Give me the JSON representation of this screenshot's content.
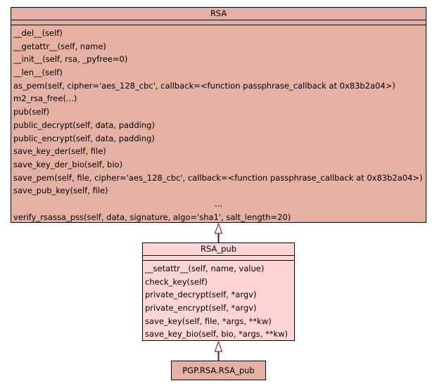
{
  "classes": {
    "rsa": {
      "title": "RSA",
      "methods": [
        "__del__(self)",
        "__getattr__(self, name)",
        "__init__(self, rsa, _pyfree=0)",
        "__len__(self)",
        "as_pem(self, cipher='aes_128_cbc', callback=<function passphrase_callback at 0x83b2a04>)",
        "m2_rsa_free(...)",
        "pub(self)",
        "public_decrypt(self, data, padding)",
        "public_encrypt(self, data, padding)",
        "save_key_der(self, file)",
        "save_key_der_bio(self, bio)",
        "save_pem(self, file, cipher='aes_128_cbc', callback=<function passphrase_callback at 0x83b2a04>)",
        "save_pub_key(self, file)",
        "...",
        "verify_rsassa_pss(self, data, signature, algo='sha1', salt_length=20)"
      ]
    },
    "rsa_pub": {
      "title": "RSA_pub",
      "methods": [
        "__setattr__(self, name, value)",
        "check_key(self)",
        "private_decrypt(self, *argv)",
        "private_encrypt(self, *argv)",
        "save_key(self, file, *args, **kw)",
        "save_key_bio(self, bio, *args, **kw)"
      ]
    },
    "pgp_rsa_pub": {
      "title": "PGP.RSA.RSA_pub"
    }
  },
  "colors": {
    "rsa_fill": "#e5b1a3",
    "rsa_pub_fill": "#fdd5d5",
    "pgp_fill": "#e5b1a3",
    "edge": "#8b0000"
  }
}
